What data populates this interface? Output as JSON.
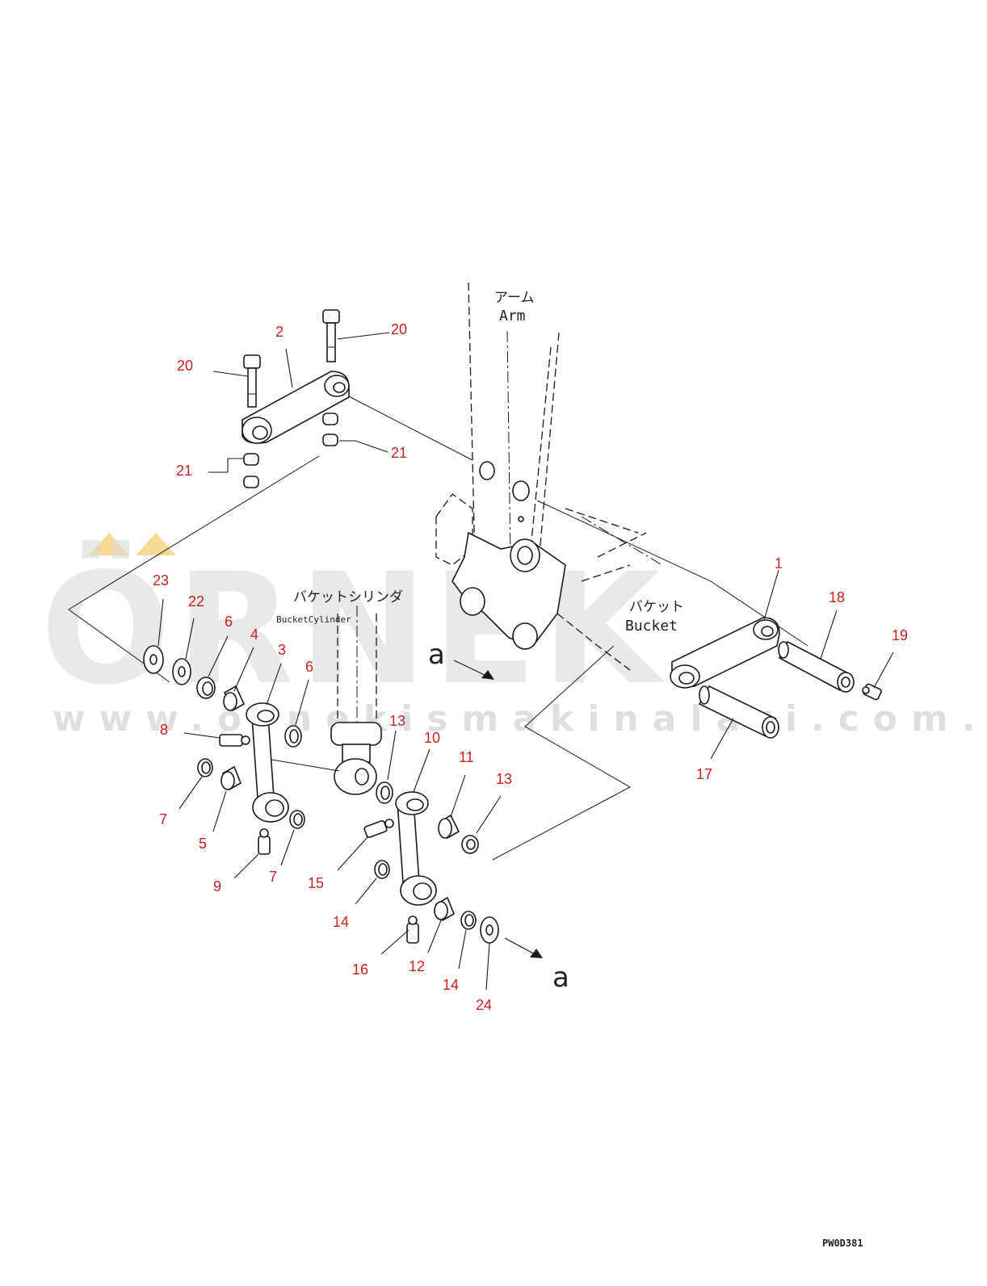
{
  "labels": {
    "arm_jp": "アーム",
    "arm_en": "Arm",
    "bucket_cylinder_jp": "バケットシリンダ",
    "bucket_cylinder_en": "BucketCylinder",
    "bucket_jp": "バケット",
    "bucket_en": "Bucket",
    "view_marker_1": "a",
    "view_marker_2": "a"
  },
  "drawing_code": "PW0D381",
  "watermark": {
    "brand": "ÖRNEK",
    "url": "www.ornekismakinalari.com.tr"
  },
  "callouts": [
    {
      "id": "c1",
      "text": "1"
    },
    {
      "id": "c2",
      "text": "2"
    },
    {
      "id": "c3",
      "text": "3"
    },
    {
      "id": "c4",
      "text": "4"
    },
    {
      "id": "c5",
      "text": "5"
    },
    {
      "id": "c6a",
      "text": "6"
    },
    {
      "id": "c6b",
      "text": "6"
    },
    {
      "id": "c7a",
      "text": "7"
    },
    {
      "id": "c7b",
      "text": "7"
    },
    {
      "id": "c8",
      "text": "8"
    },
    {
      "id": "c9",
      "text": "9"
    },
    {
      "id": "c10",
      "text": "10"
    },
    {
      "id": "c11",
      "text": "11"
    },
    {
      "id": "c12",
      "text": "12"
    },
    {
      "id": "c13a",
      "text": "13"
    },
    {
      "id": "c13b",
      "text": "13"
    },
    {
      "id": "c14a",
      "text": "14"
    },
    {
      "id": "c14b",
      "text": "14"
    },
    {
      "id": "c15",
      "text": "15"
    },
    {
      "id": "c16",
      "text": "16"
    },
    {
      "id": "c17",
      "text": "17"
    },
    {
      "id": "c18",
      "text": "18"
    },
    {
      "id": "c19",
      "text": "19"
    },
    {
      "id": "c20a",
      "text": "20"
    },
    {
      "id": "c20b",
      "text": "20"
    },
    {
      "id": "c21a",
      "text": "21"
    },
    {
      "id": "c21b",
      "text": "21"
    },
    {
      "id": "c22",
      "text": "22"
    },
    {
      "id": "c23",
      "text": "23"
    },
    {
      "id": "c24",
      "text": "24"
    }
  ],
  "colors": {
    "callout": "#cc1f1f",
    "line": "#1a1a1a",
    "watermark": "#d8d8d8",
    "watermark_accent": "#f3d27a"
  }
}
